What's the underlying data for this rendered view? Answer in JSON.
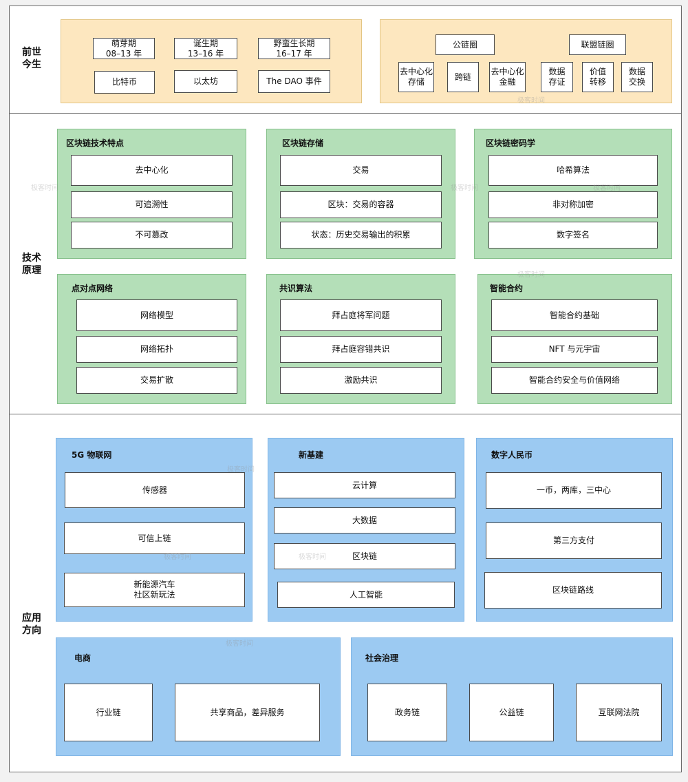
{
  "rows": {
    "history": "前世\n今生",
    "tech": "技术\n原理",
    "apps": "应用\n方向"
  },
  "history": {
    "periods": [
      {
        "label": "萌芽期\n08–13 年"
      },
      {
        "label": "诞生期\n13–16 年"
      },
      {
        "label": "野蛮生长期\n16–17 年"
      }
    ],
    "events": [
      {
        "label": "比特币"
      },
      {
        "label": "以太坊"
      },
      {
        "label": "The DAO 事件"
      }
    ],
    "circles": {
      "public": "公链圈",
      "alliance": "联盟链圈",
      "items": [
        "去中心化\n存储",
        "跨链",
        "去中心化\n金融",
        "数据\n存证",
        "价值\n转移",
        "数据\n交换"
      ]
    }
  },
  "tech": {
    "features": {
      "title": "区块链技术特点",
      "items": [
        "去中心化",
        "可追溯性",
        "不可篡改"
      ]
    },
    "storage": {
      "title": "区块链存储",
      "items": [
        "交易",
        "区块：交易的容器",
        "状态：历史交易输出的积累"
      ]
    },
    "crypto": {
      "title": "区块链密码学",
      "items": [
        "哈希算法",
        "非对称加密",
        "数字签名"
      ]
    },
    "p2p": {
      "title": "点对点网络",
      "items": [
        "网络模型",
        "网络拓扑",
        "交易扩散"
      ]
    },
    "consensus": {
      "title": "共识算法",
      "items": [
        "拜占庭将军问题",
        "拜占庭容错共识",
        "激励共识"
      ]
    },
    "contract": {
      "title": "智能合约",
      "items": [
        "智能合约基础",
        "NFT 与元宇宙",
        "智能合约安全与价值网络"
      ]
    }
  },
  "apps": {
    "iot": {
      "title": "5G 物联网",
      "items": [
        "传感器",
        "可信上链",
        "新能源汽车\n社区新玩法"
      ]
    },
    "infra": {
      "title": "新基建",
      "items": [
        "云计算",
        "大数据",
        "区块链",
        "人工智能"
      ]
    },
    "dcep": {
      "title": "数字人民币",
      "items": [
        "一币，两库，三中心",
        "第三方支付",
        "区块链路线"
      ]
    },
    "ecommerce": {
      "title": "电商",
      "items": [
        "行业链",
        "共享商品，差异服务"
      ]
    },
    "governance": {
      "title": "社会治理",
      "items": [
        "政务链",
        "公益链",
        "互联网法院"
      ]
    }
  },
  "watermark": "极客时间",
  "colors": {
    "history_panel": "#fde7bf",
    "tech_panel": "#b4dfb8",
    "apps_panel": "#9ccaf2",
    "box": "#ffffff",
    "border": "#4a4a4a"
  }
}
